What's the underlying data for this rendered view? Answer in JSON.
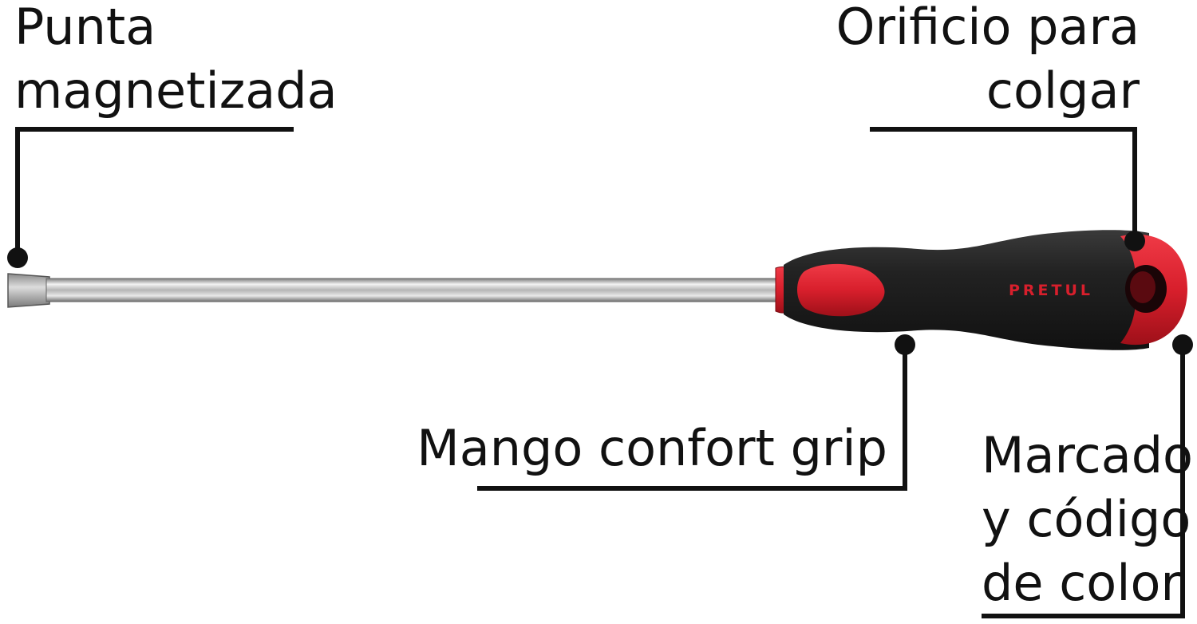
{
  "colors": {
    "text": "#111111",
    "line": "#111111",
    "handle_black": "#1e1e1e",
    "handle_red": "#d81f2c",
    "shaft": "#c9c9c9"
  },
  "product": {
    "brand": "PRETUL"
  },
  "callouts": {
    "tip": {
      "line1": "Punta",
      "line2": "magnetizada"
    },
    "hole": {
      "line1": "Orificio para",
      "line2": "colgar"
    },
    "grip": {
      "line1": "Mango confort grip"
    },
    "color_code": {
      "line1": "Marcado",
      "line2": "y código",
      "line3": "de color"
    }
  }
}
